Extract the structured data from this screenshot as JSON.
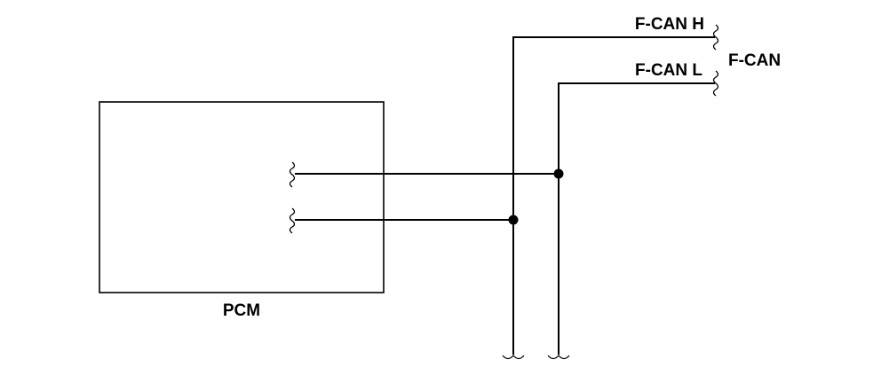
{
  "diagram": {
    "module_label": "PCM",
    "bus_label": "F-CAN",
    "wire_high_label": "F-CAN H",
    "wire_low_label": "F-CAN L"
  },
  "colors": {
    "line": "#000000",
    "background": "#ffffff"
  }
}
